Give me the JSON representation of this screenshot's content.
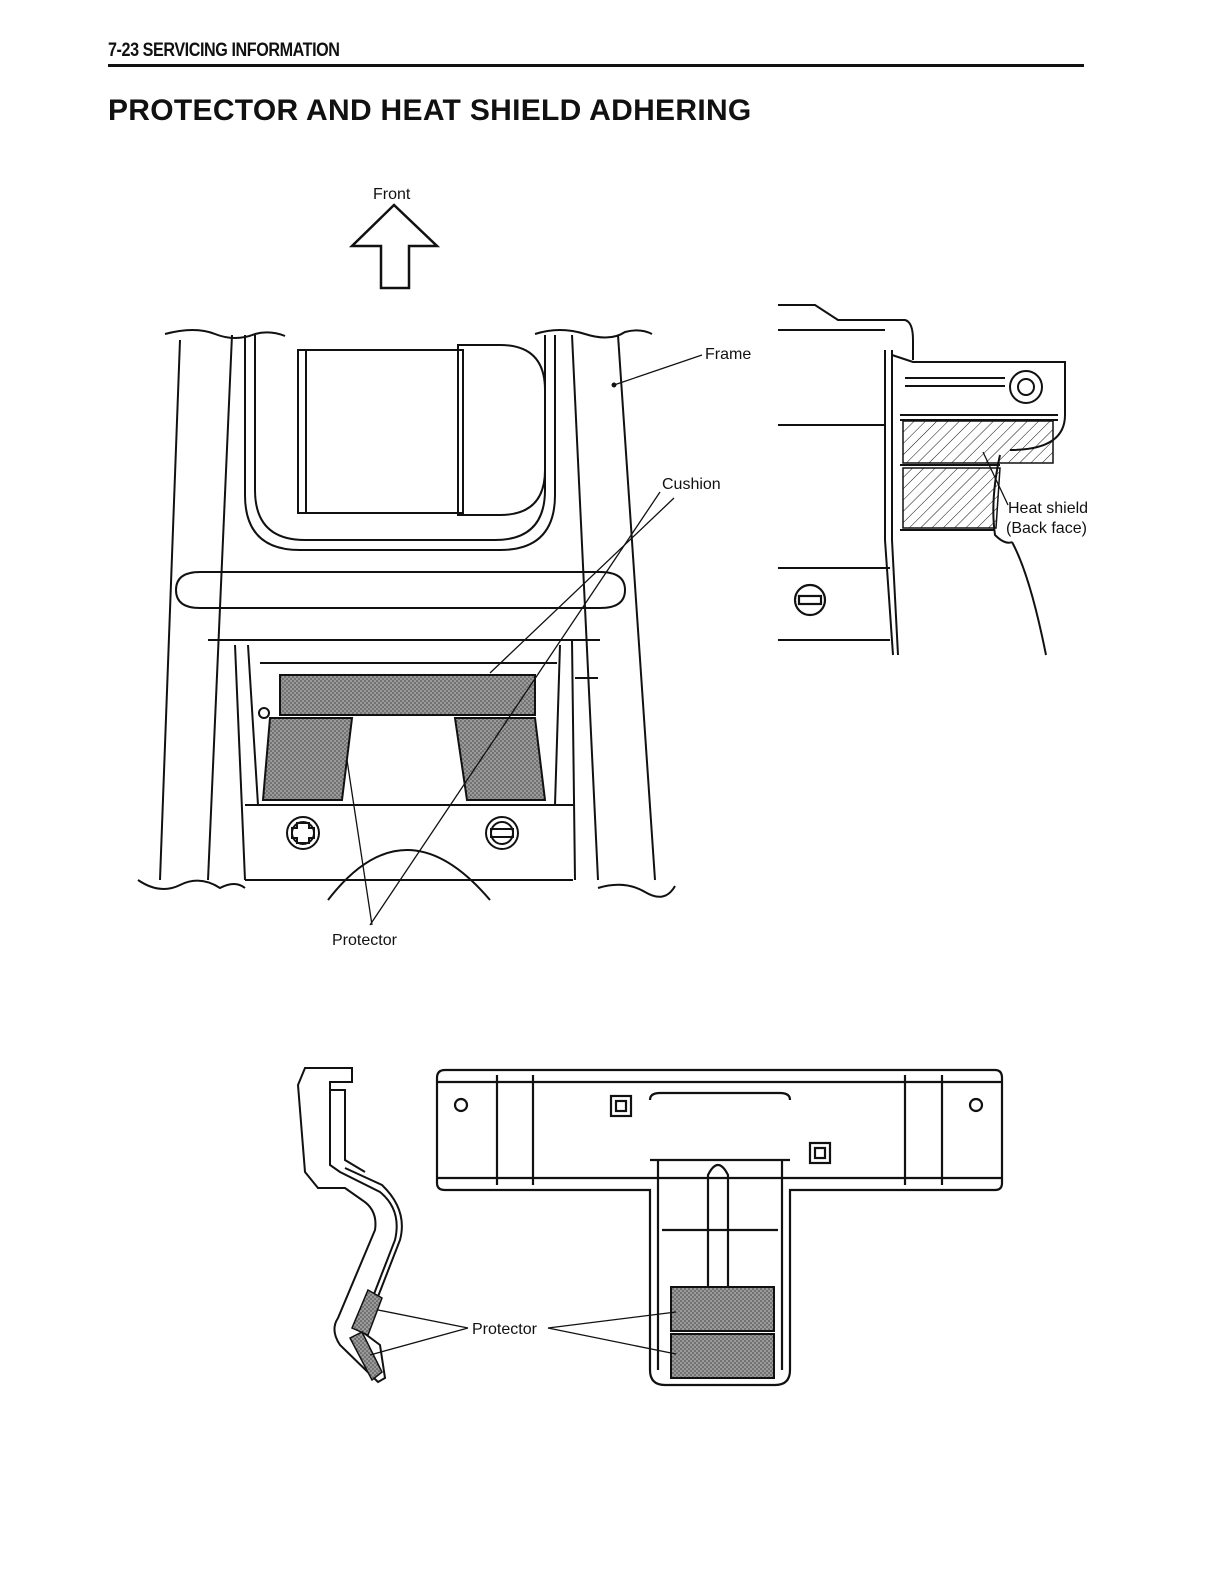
{
  "header": {
    "section": "7-23 SERVICING INFORMATION"
  },
  "title": "PROTECTOR AND HEAT SHIELD ADHERING",
  "top_diagram": {
    "front_label": "Front",
    "frame_label": "Frame",
    "cushion_label": "Cushion",
    "protector_label": "Protector"
  },
  "side_diagram": {
    "heat_shield_label": "Heat shield",
    "back_face_label": "(Back face)"
  },
  "bottom_diagram": {
    "protector_label": "Protector"
  },
  "colors": {
    "ink": "#111111",
    "paper": "#ffffff",
    "fill_gray": "#8a8a8a"
  }
}
